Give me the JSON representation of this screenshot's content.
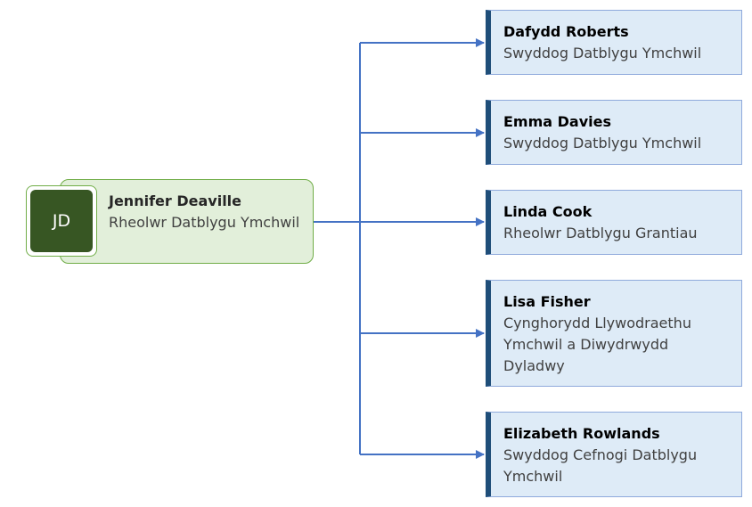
{
  "manager": {
    "initials": "JD",
    "name": "Jennifer Deaville",
    "title": "Rheolwr Datblygu Ymchwil"
  },
  "reports": [
    {
      "name": "Dafydd Roberts",
      "title": "Swyddog Datblygu Ymchwil"
    },
    {
      "name": "Emma Davies",
      "title": "Swyddog Datblygu Ymchwil"
    },
    {
      "name": "Linda Cook",
      "title": "Rheolwr Datblygu Grantiau"
    },
    {
      "name": "Lisa Fisher",
      "title": "Cynghorydd Llywodraethu Ymchwil a Diwydrwydd Dyladwy"
    },
    {
      "name": "Elizabeth Rowlands",
      "title": "Swyddog Cefnogi Datblygu Ymchwil"
    }
  ],
  "colors": {
    "connector": "#4472c4",
    "manager_fill": "#e2efda",
    "avatar_fill": "#375623",
    "report_fill": "#deebf7",
    "report_accent": "#1f4e79"
  }
}
